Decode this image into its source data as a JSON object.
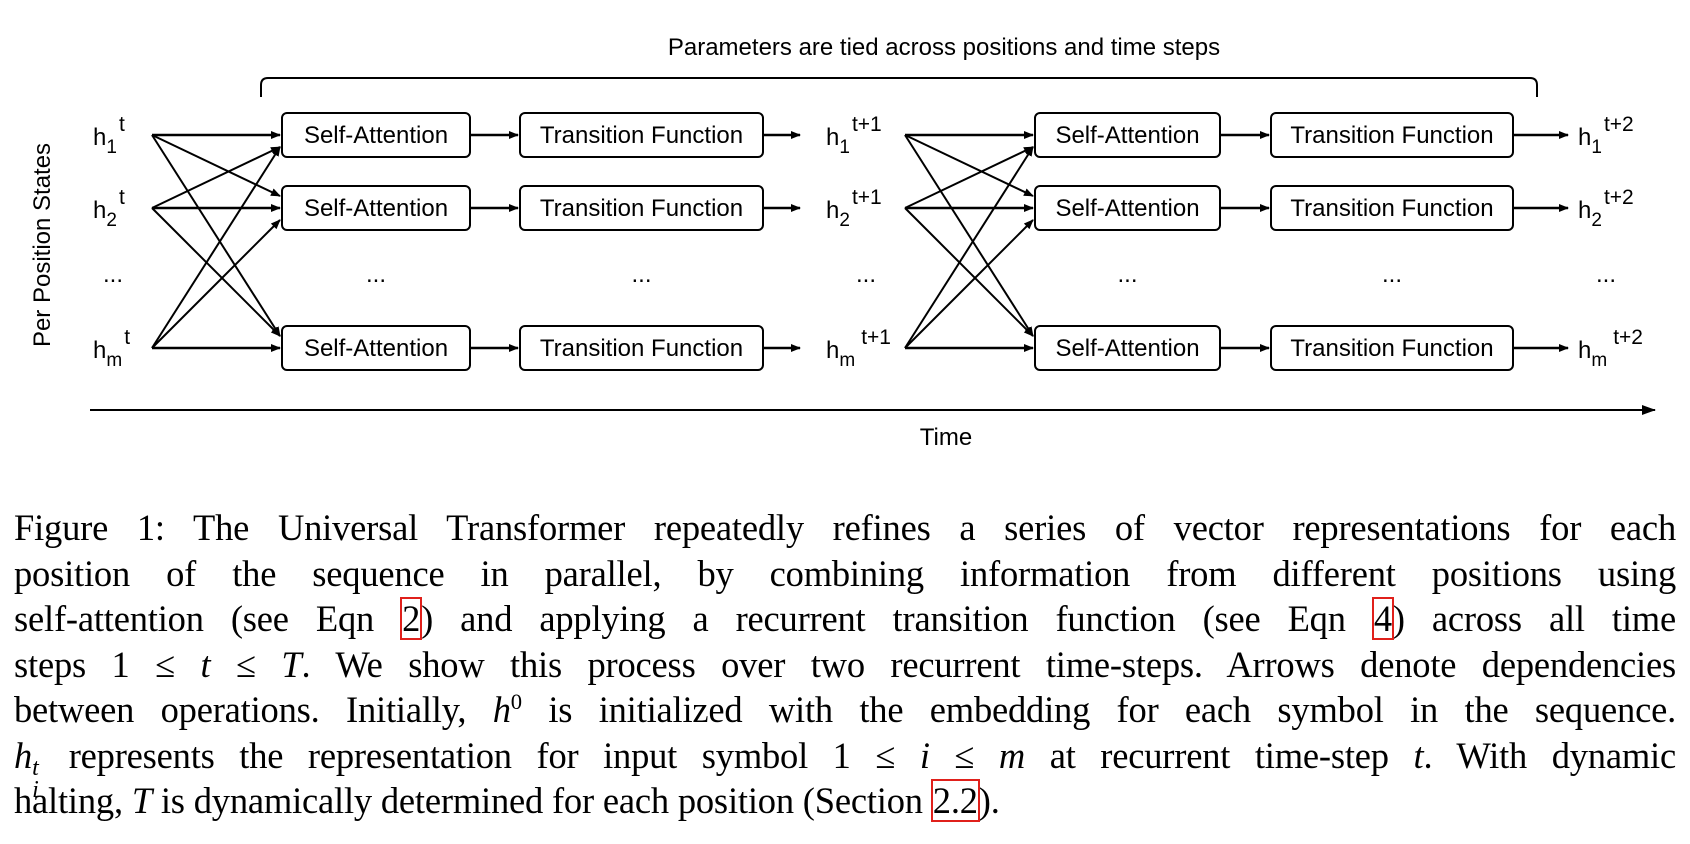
{
  "figure": {
    "bracket_label": "Parameters are tied across positions and time steps",
    "y_axis_label": "Per Position States",
    "x_axis_label": "Time",
    "self_attention_label": "Self-Attention",
    "transition_label": "Transition Function",
    "ellipsis": "...",
    "states": {
      "t": [
        {
          "base": "h",
          "sub": "1",
          "sup": "t"
        },
        {
          "base": "h",
          "sub": "2",
          "sup": "t"
        },
        {
          "base": "h",
          "sub": "m",
          "sup": "t"
        }
      ],
      "t1": [
        {
          "base": "h",
          "sub": "1",
          "sup": "t+1"
        },
        {
          "base": "h",
          "sub": "2",
          "sup": "t+1"
        },
        {
          "base": "h",
          "sub": "m",
          "sup": "t+1"
        }
      ],
      "t2": [
        {
          "base": "h",
          "sub": "1",
          "sup": "t+2"
        },
        {
          "base": "h",
          "sub": "2",
          "sup": "t+2"
        },
        {
          "base": "h",
          "sub": "m",
          "sup": "t+2"
        }
      ]
    }
  },
  "caption": {
    "line1": "Figure 1: The Universal Transformer repeatedly refines a series of vector representations for each",
    "line2": "position of the sequence in parallel, by combining information from different positions using",
    "line3_a": "self-attention (see Eqn ",
    "ref_eqn2": "2",
    "line3_b": ") and applying a recurrent transition function (see Eqn ",
    "ref_eqn4": "4",
    "line3_c": ") across all time",
    "line4_a": "steps 1 ≤ ",
    "line4_t": "t",
    "line4_b": " ≤ ",
    "line4_T": "T",
    "line4_c": ". We show this process over two recurrent time-steps. Arrows denote dependencies",
    "line5_a": "between operations. Initially, ",
    "line5_h": "h",
    "line5_sup": "0",
    "line5_b": " is initialized with the embedding for each symbol in the sequence.",
    "line6_h": "h",
    "line6_sup": "t",
    "line6_sub": "i",
    "line6_a": " represents the representation for input symbol 1 ≤ ",
    "line6_i": "i",
    "line6_b": " ≤ ",
    "line6_m": "m",
    "line6_c": " at recurrent time-step ",
    "line6_t": "t",
    "line6_d": ". With dynamic",
    "line7_a": "halting, ",
    "line7_T": "T",
    "line7_b": " is dynamically determined for each position (Section ",
    "ref_section": "2.2",
    "line7_c": ")."
  }
}
